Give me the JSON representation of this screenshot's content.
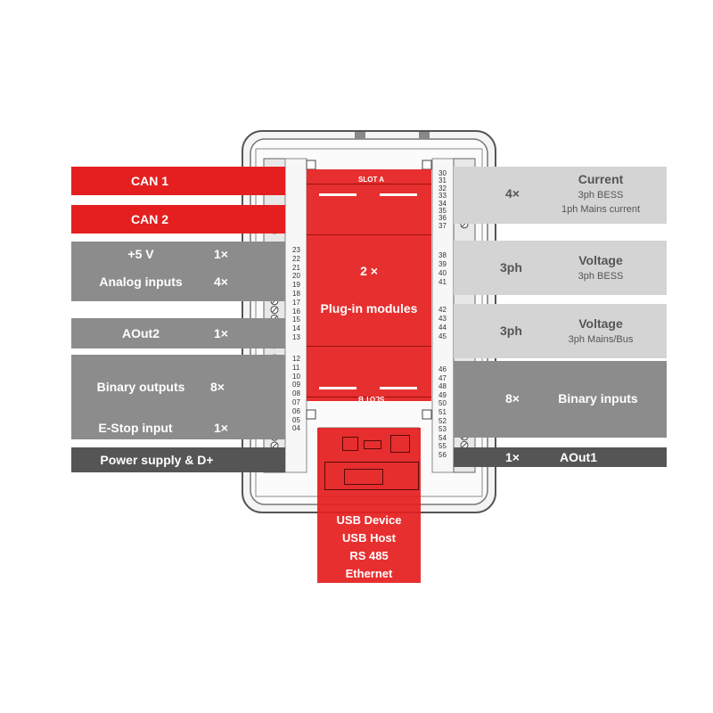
{
  "left": {
    "can1": "CAN 1",
    "can2": "CAN 2",
    "supply_5v": "+5 V",
    "supply_5v_count": "1×",
    "analog_inputs": "Analog inputs",
    "analog_inputs_count": "4×",
    "aout2": "AOut2",
    "aout2_count": "1×",
    "binary_outputs": "Binary outputs",
    "binary_outputs_count": "8×",
    "estop": "E-Stop input",
    "estop_count": "1×",
    "power_supply": "Power supply & D+"
  },
  "right": {
    "current_count": "4×",
    "current_title": "Current",
    "current_sub1": "3ph BESS",
    "current_sub2": "1ph Mains current",
    "voltage1_count": "3ph",
    "voltage1_title": "Voltage",
    "voltage1_sub": "3ph BESS",
    "voltage2_count": "3ph",
    "voltage2_title": "Voltage",
    "voltage2_sub": "3ph Mains/Bus",
    "binary_inputs_count": "8×",
    "binary_inputs": "Binary inputs",
    "aout1_count": "1×",
    "aout1": "AOut1"
  },
  "center": {
    "slot_a": "SLOT A",
    "slot_b": "SLOT B",
    "modules_count": "2 ×",
    "modules_label": "Plug-in modules"
  },
  "bottom": {
    "usb_device": "USB Device",
    "usb_host": "USB Host",
    "rs485": "RS 485",
    "ethernet": "Ethernet"
  },
  "pins_left_top": [
    "23",
    "22",
    "21",
    "20",
    "19",
    "18",
    "17",
    "16",
    "15",
    "14",
    "13"
  ],
  "pins_left_bottom": [
    "12",
    "11",
    "10",
    "09",
    "08",
    "07",
    "06",
    "05",
    "04"
  ],
  "pins_right_top": [
    "30",
    "31",
    "32",
    "33",
    "34",
    "35",
    "36",
    "37"
  ],
  "pins_right_mid1": [
    "38",
    "39",
    "40",
    "41"
  ],
  "pins_right_mid2": [
    "42",
    "43",
    "44",
    "45"
  ],
  "pins_right_bottom": [
    "46",
    "47",
    "48",
    "49",
    "50",
    "51",
    "52",
    "53",
    "54",
    "55",
    "56"
  ],
  "colors": {
    "accent": "#e51f1f",
    "gray": "#8c8c8c",
    "light_gray": "#d4d4d4",
    "dark_gray": "#555555"
  }
}
